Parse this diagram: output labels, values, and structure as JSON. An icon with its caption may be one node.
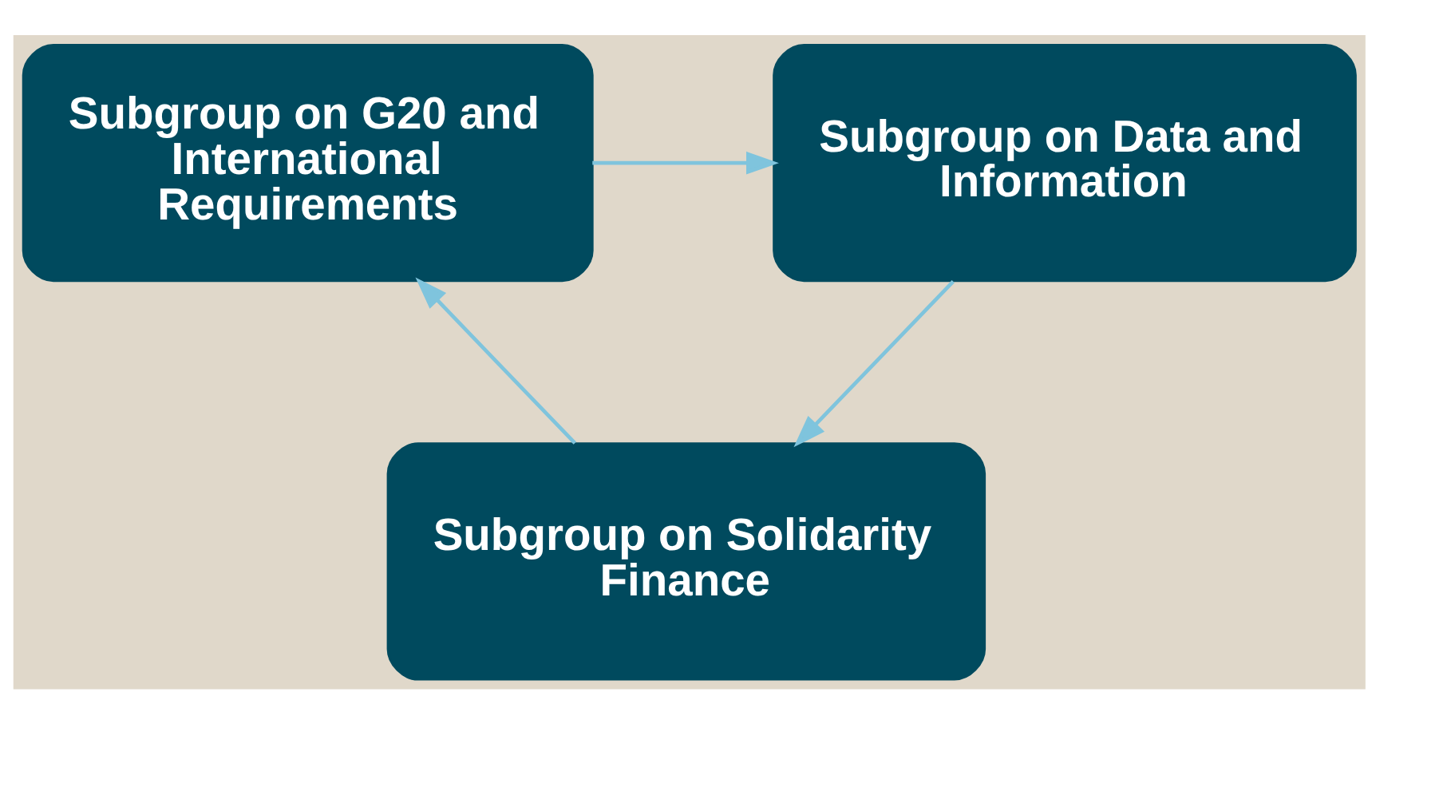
{
  "diagram": {
    "nodes": [
      {
        "text": [
          "Subgroup on G20 and International Requirements"
        ]
      },
      {
        "text": [
          "Subgroup on Data and Information"
        ]
      },
      {
        "text": [
          "Subgroup on Solidarity Finance"
        ]
      }
    ],
    "edges": [
      {
        "from": 0,
        "to": 1,
        "arrow": "to"
      },
      {
        "from": 1,
        "to": 2,
        "arrow": "to"
      },
      {
        "from": 2,
        "to": 0,
        "arrow": "to"
      }
    ]
  }
}
